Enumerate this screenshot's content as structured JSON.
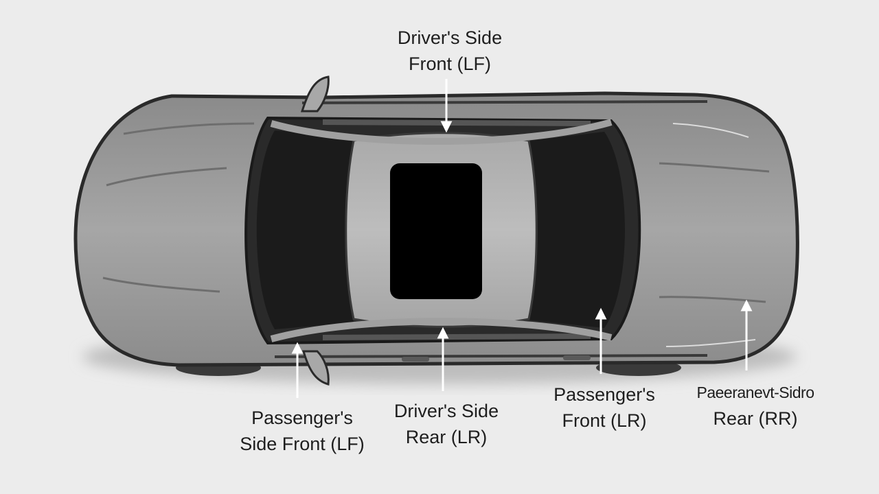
{
  "diagram": {
    "colors": {
      "background": "#ececec",
      "body": "#9d9d9d",
      "body_outline": "#2a2a2a",
      "glass": "#1b1b1b",
      "sunroof": "#000000",
      "roof": "#b3b3b3",
      "arrow": "#ffffff"
    },
    "labels": {
      "driver_front": {
        "line1": "Driver's Side",
        "line2": "Front (LF)"
      },
      "passenger_front_left": {
        "line1": "Passenger's",
        "line2": "Side Front (LF)"
      },
      "driver_rear": {
        "line1": "Driver's Side",
        "line2": "Rear (LR)"
      },
      "passenger_front_lr": {
        "line1": "Passenger's",
        "line2": "Front (LR)"
      },
      "passenger_rear": {
        "line1": "Paeeranevt-Sidro",
        "line2": "Rear (RR)"
      }
    }
  }
}
